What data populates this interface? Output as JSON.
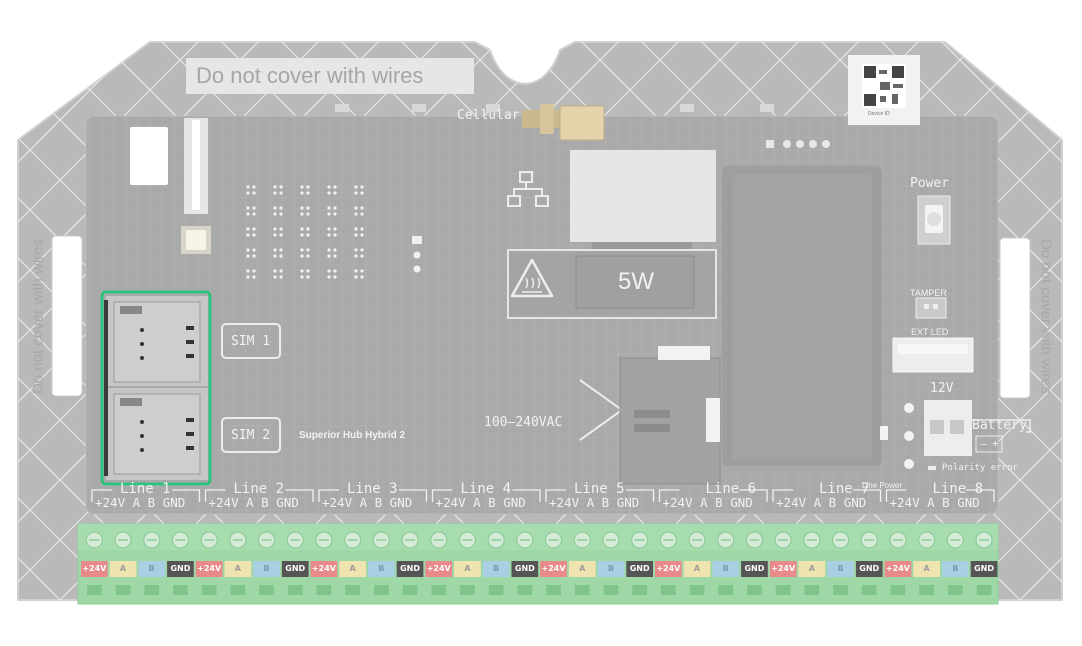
{
  "board": {
    "warning_top": "Do not cover with wires",
    "warning_left": "Do not cover with wires",
    "warning_right": "Do not cover with wires",
    "device_id_label": "Device ID",
    "cellular_label": "Cellular",
    "power_label": "Power",
    "tamper_label": "TAMPER",
    "ext_led_label": "EXT LED",
    "v12_label": "12V",
    "battery_label": "Battery",
    "polarity_label": "Polarity error",
    "heat_label": "5W",
    "sim1_label": "SIM 1",
    "sim2_label": "SIM 2",
    "model_label": "Superior Hub Hybrid 2",
    "ac_label": "100–240VAC",
    "line_power_label": "Line Power",
    "battery_minus": "–",
    "battery_plus": "+",
    "highlight_color": "#2ec27e"
  },
  "lines": [
    {
      "name": "Line 1",
      "pins": "+24V A B GND"
    },
    {
      "name": "Line 2",
      "pins": "+24V A B GND"
    },
    {
      "name": "Line 3",
      "pins": "+24V A B GND"
    },
    {
      "name": "Line 4",
      "pins": "+24V A B GND"
    },
    {
      "name": "Line 5",
      "pins": "+24V A B GND"
    },
    {
      "name": "Line 6",
      "pins": "+24V A B GND"
    },
    {
      "name": "Line 7",
      "pins": "+24V A B GND"
    },
    {
      "name": "Line 8",
      "pins": "+24V A B GND"
    }
  ],
  "terminals": {
    "labels": [
      "+24V",
      "A",
      "B",
      "GND"
    ],
    "colors": [
      "#e88a8a",
      "#efe3b0",
      "#a9cfe3",
      "#555555"
    ],
    "text_colors": [
      "#ffffff",
      "#9c9c9c",
      "#7a9bb0",
      "#ffffff"
    ]
  }
}
